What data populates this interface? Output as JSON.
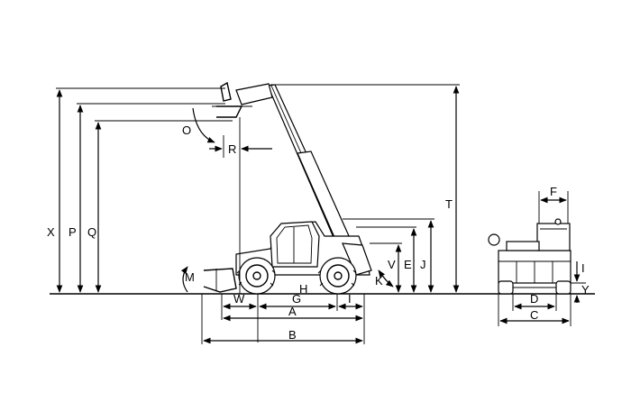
{
  "labels": {
    "A": "A",
    "B": "B",
    "C": "C",
    "D": "D",
    "E": "E",
    "F": "F",
    "G": "G",
    "H": "H",
    "I": "I",
    "J": "J",
    "K": "K",
    "M": "M",
    "O": "O",
    "P": "P",
    "Q": "Q",
    "R": "R",
    "T": "T",
    "V": "V",
    "W": "W",
    "X": "X",
    "Y": "Y"
  }
}
